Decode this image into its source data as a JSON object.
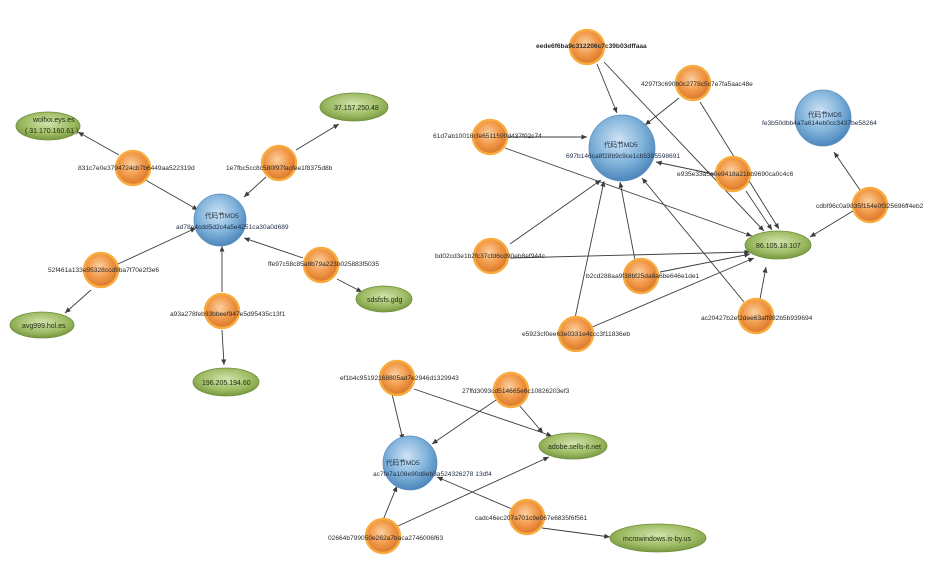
{
  "graph": {
    "colors": {
      "hash_node": "#f29a4a",
      "hash_ring": "#f8ac40",
      "family_node": "#7fb2da",
      "domain_node": "#9dbb63",
      "edge": "#3c3c3c"
    },
    "family_nodes": [
      {
        "title": "代码节MD5",
        "hash": "ad78e4cdd5d2c4a5e4251ca30a0d689"
      },
      {
        "title": "代码节MD5",
        "hash": "697b146ca8f28b9c9ce1cb5395598691"
      },
      {
        "title": "代码节MD5",
        "hash": "fe3b50dbb4a7a614eb0cc3437be58264"
      },
      {
        "title": "代码节MD5",
        "hash": "ac7fe7a108e90d8eb3a524326278 13df4"
      }
    ],
    "hash_nodes": [
      "831c7e0e3794724cb7b6449aa522319d",
      "1e7fbc5cc8c580f97facfee1f8375d8b",
      "52f461a133e95328ccd9ba7f70e2f3e6",
      "ffe97c58c85a8b79a223b025883f5035",
      "a93a278feb93bbeef947e5d95435c13f1",
      "eede6f6ba9c312206c7c39b03dffaaa",
      "4297f3c690b0c2778c5c7e7fa5aac48e",
      "61d7ab10018cfe6511590d437f02c74",
      "e935e33a5a0e9418a21bb9690ca0c4c6",
      "cdbf96c0a9835f154e0f325696ff4eb2",
      "bd02cd3e1b2fc37cfd6cd90eb8ef944c",
      "b2cd288aa9f38bf25da8a6be646e1de1",
      "ac20427b2ef2dee63aff982b5b939694",
      "e5923cf0ee63e0331e4ccc3f11836eb",
      "ef1b4c95192168805ad7e2946d1329943",
      "27ffd3093cd514665e6c10826203ef3",
      "cadc46ec207a701c9e067e6835f6f561",
      "02664b799050e262a7baca2746006f63"
    ],
    "domain_nodes": [
      [
        "wolfxx.eys.es",
        "( 31.170.160.61 )"
      ],
      [
        "37.157.250.48"
      ],
      [
        "avg999.hol.es"
      ],
      [
        "sdsfsfs.gdg"
      ],
      [
        "196.205.194.60"
      ],
      [
        "86.105.18.107"
      ],
      [
        "adobe.sells-it.net"
      ],
      [
        "mcrowindows.is-by.us"
      ]
    ]
  }
}
